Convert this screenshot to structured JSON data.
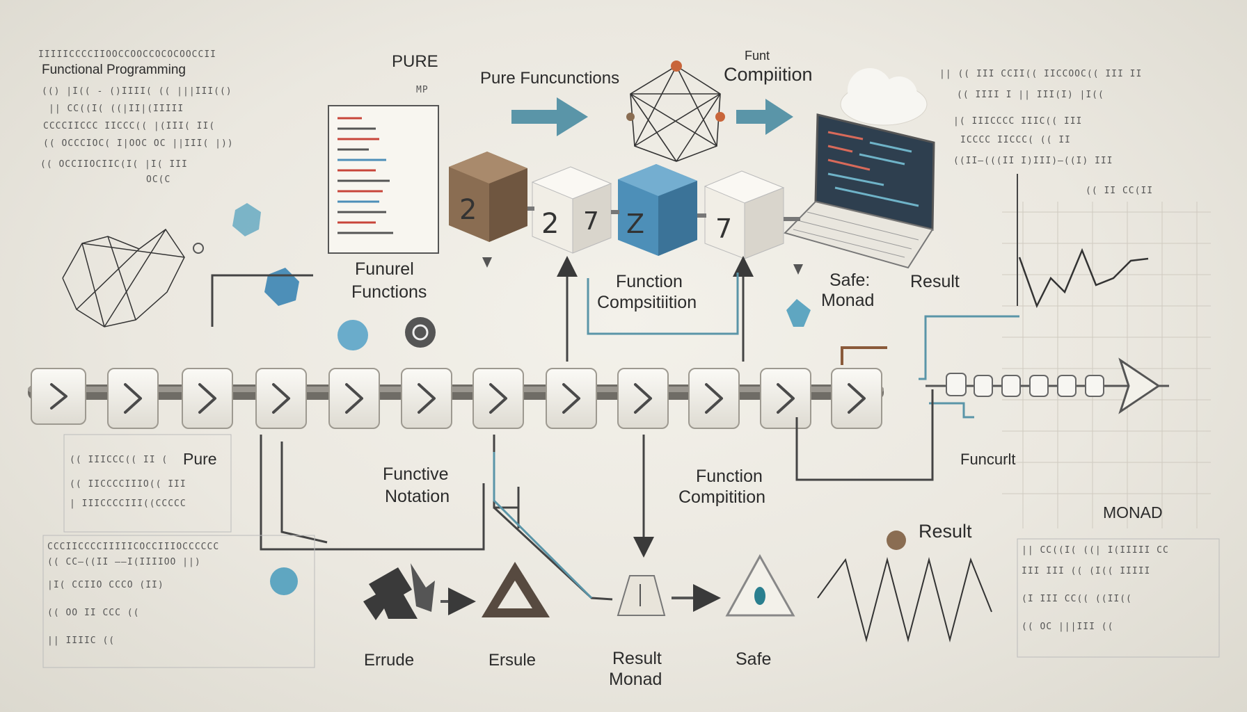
{
  "title": {
    "notes_heading": "Functional Programming",
    "pure": "PURE",
    "pure_functions": "Pure Funcunctions",
    "composition_top": "Compiition",
    "composition_top_faint": "Funt"
  },
  "labels": {
    "funurel_functions_1": "Funurel",
    "funurel_functions_2": "Functions",
    "function_composition_1": "Function",
    "function_composition_2": "Compsitiition",
    "safe_monad_1": "Safe:",
    "safe_monad_2": "Monad",
    "result_top": "Result",
    "pure_left": "Pure",
    "functive_notation_1": "Functive",
    "functive_notation_2": "Notation",
    "function_compition_1": "Function",
    "function_compition_2": "Compitition",
    "funcurlt": "Funcurlt",
    "monad_right": "MONAD",
    "result_right": "Result",
    "errude": "Errude",
    "ersule": "Ersule",
    "result_monad_1": "Result",
    "result_monad_2": "Monad",
    "safe": "Safe"
  },
  "cubes": [
    {
      "glyph": "2",
      "color": "#8a6d52"
    },
    {
      "glyph": "2",
      "color": "#f1eee6"
    },
    {
      "glyph": "Z",
      "color": "#4d8fb8"
    },
    {
      "glyph": "7",
      "color": "#f1eee6"
    }
  ],
  "colors": {
    "accent_blue": "#4d8fb8",
    "arrow_teal": "#5a95a8",
    "ink": "#2b2b2b",
    "rust": "#c8653a"
  },
  "icons": [
    "recycle-icon",
    "triangle-recycle-icon",
    "trapezoid-icon",
    "triangle-eye-icon",
    "cloud-icon",
    "laptop-icon",
    "network-icon"
  ]
}
